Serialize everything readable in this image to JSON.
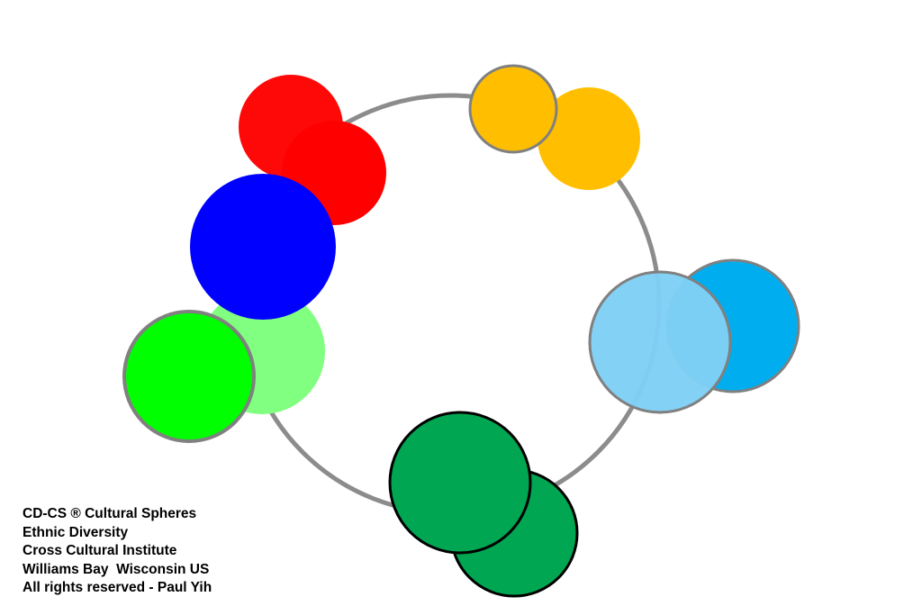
{
  "colors": {
    "ring": "#8c8c8c",
    "red": "#ff0000",
    "blue": "#0000ff",
    "green_bright": "#00ff00",
    "green_light": "#80ff80",
    "dark_green": "#00a651",
    "orange": "#ffbf00",
    "sky_light": "#7fcff5",
    "sky": "#00aeef",
    "outline_gray": "#808080",
    "outline_black": "#000000"
  },
  "caption": {
    "lines": [
      "CD-CS ® Cultural Spheres",
      "Ethnic Diversity",
      "Cross Cultural Institute",
      "Williams Bay  Wisconsin US",
      "All rights reserved - Paul Yih"
    ]
  }
}
